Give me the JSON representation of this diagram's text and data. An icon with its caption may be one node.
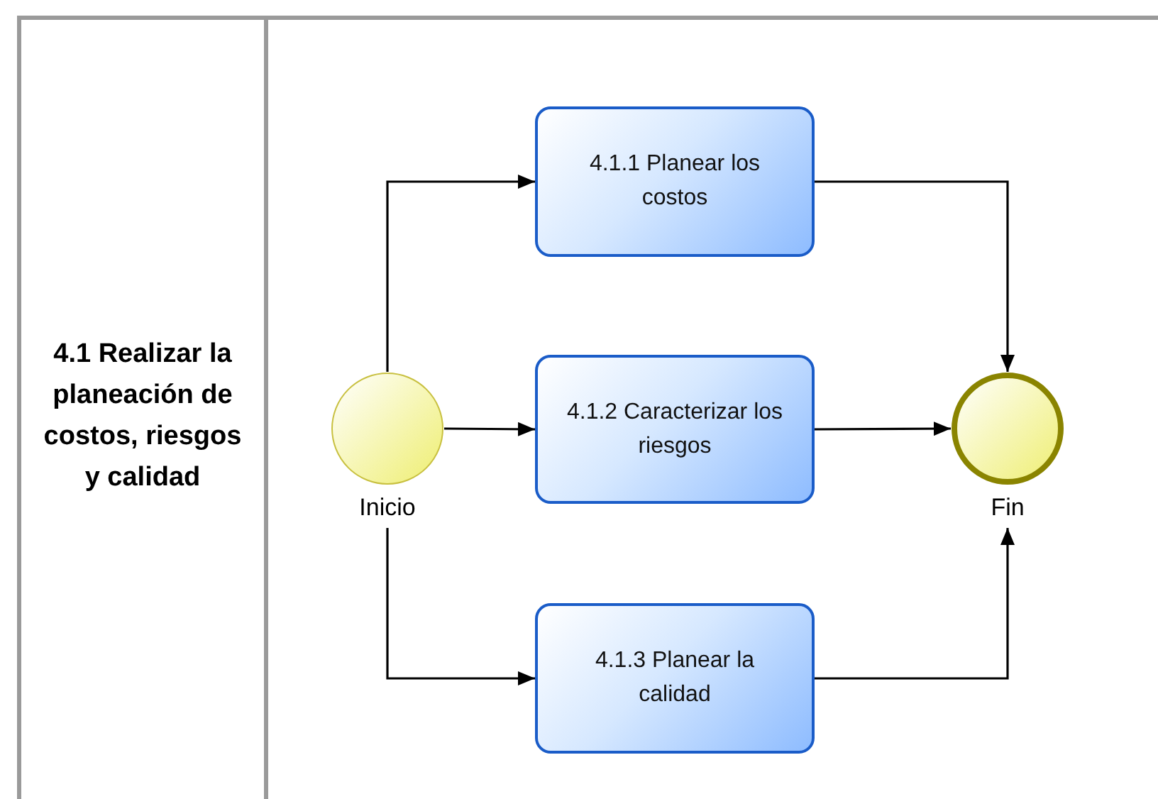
{
  "diagram": {
    "nodes": [
      {
        "text": [
          "4.1 Realizar la planeación de costos, riesgos y calidad"
        ]
      },
      {
        "text": [
          "Inicio"
        ],
        "in": 0
      },
      {
        "text": [
          "4.1.1 Planear los costos"
        ],
        "in": 0
      },
      {
        "text": [
          "4.1.2 Caracterizar los riesgos"
        ],
        "in": 0
      },
      {
        "text": [
          "4.1.3 Planear la calidad"
        ],
        "in": 0
      },
      {
        "text": [
          "Fin"
        ],
        "in": 0
      }
    ],
    "edges": [
      {
        "from": 1,
        "to": 2,
        "arrow": "to"
      },
      {
        "from": 1,
        "to": 3,
        "arrow": "to"
      },
      {
        "from": 1,
        "to": 4,
        "arrow": "to"
      },
      {
        "from": 2,
        "to": 5,
        "arrow": "to"
      },
      {
        "from": 3,
        "to": 5,
        "arrow": "to"
      },
      {
        "from": 4,
        "to": 5,
        "arrow": "to"
      }
    ]
  }
}
